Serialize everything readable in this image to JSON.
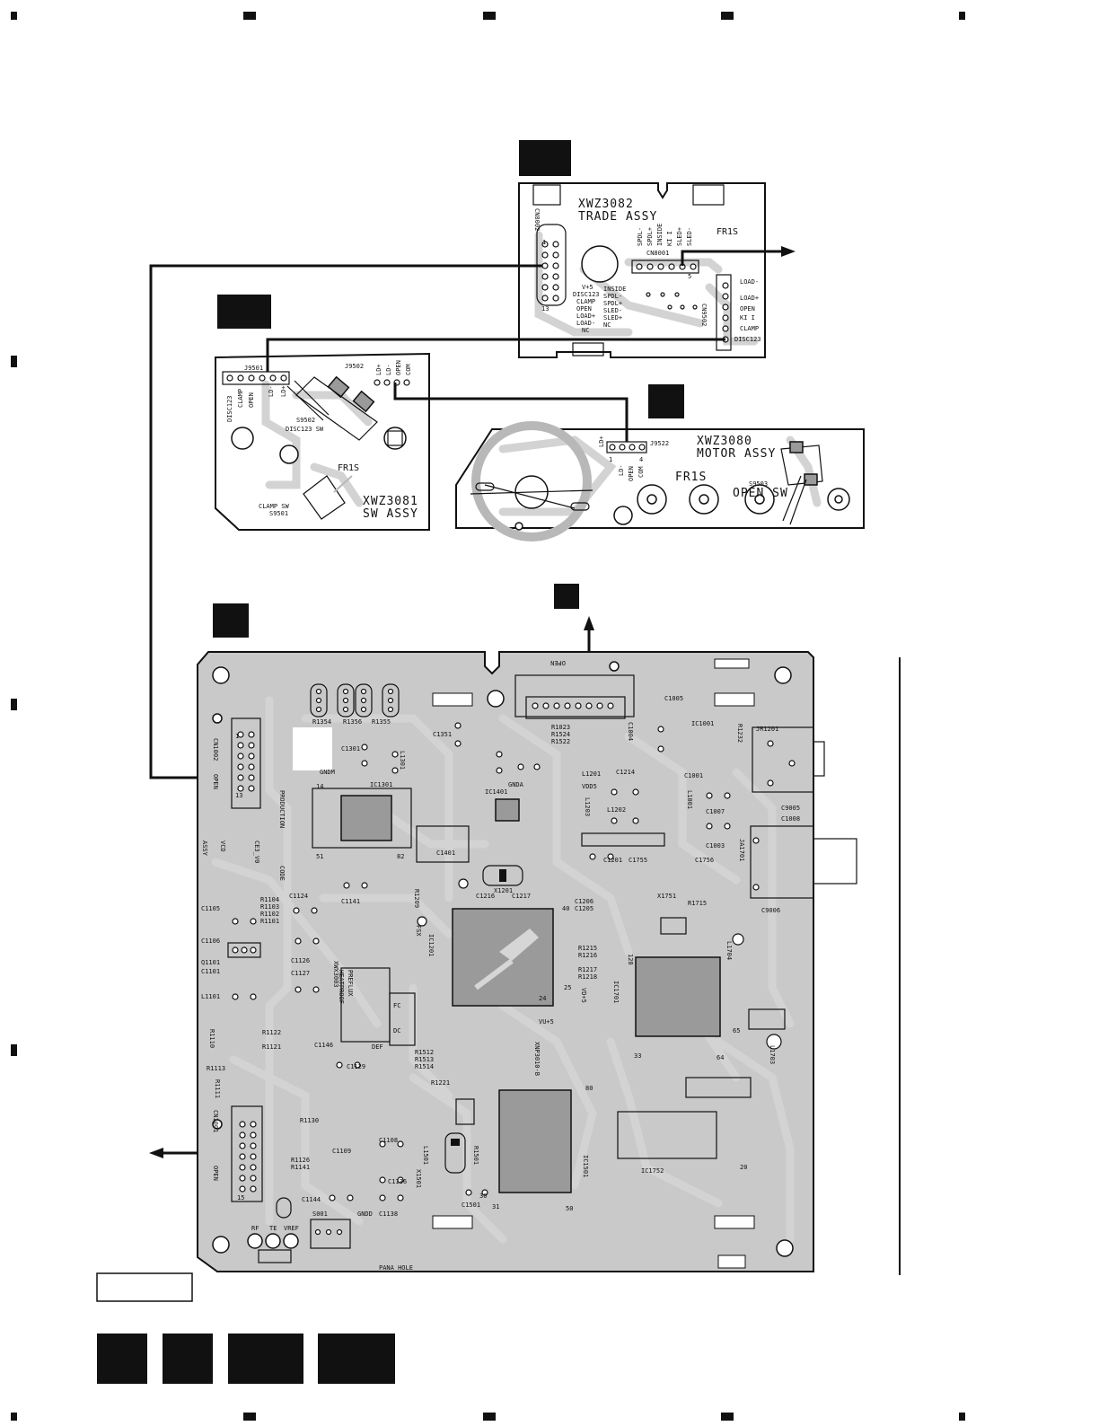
{
  "trade_assy": {
    "model": "XWZ3082",
    "name": "TRADE ASSY",
    "fr1s": "FR1S",
    "cn8002": "CN8002",
    "cn8001": "CN8001",
    "cn9502": "CN9502",
    "top_signals": [
      "SPDL-",
      "SPDL+",
      "INSIDE",
      "KI I",
      "SLED+",
      "SLED-"
    ],
    "left_signals": [
      "V+5",
      "DISC123",
      "CLAMP",
      "OPEN",
      "LOAD+",
      "LOAD-",
      "NC"
    ],
    "mid_signals": [
      "INSIDE",
      "SPDL-",
      "SPDL+",
      "SLED-",
      "SLED+",
      "NC"
    ],
    "right_signals": [
      "LOAD-",
      "LOAD+",
      "OPEN",
      "KI I",
      "CLAMP",
      "DISC123"
    ],
    "pin1": "1",
    "pin5": "5",
    "pin13": "13"
  },
  "sw_assy": {
    "model": "XWZ3081",
    "name": "SW ASSY",
    "j9501": "J9501",
    "j9502": "J9502",
    "s9502": "S9502",
    "disc_sw": "DISC123 SW",
    "clamp_sw": "CLAMP SW",
    "s9501": "S9501",
    "fr1s": "FR1S",
    "j9501_signals": [
      "DISC123",
      "CLAMP",
      "OPEN",
      "LD-",
      "LD+"
    ],
    "j9502_signals": [
      "LD+",
      "LD-",
      "OPEN",
      "COM"
    ]
  },
  "motor_assy": {
    "model": "XWZ3080",
    "name": "MOTOR ASSY",
    "j9522": "J9522",
    "fr1s": "FR1S",
    "s9503": "S9503",
    "open_sw": "OPEN SW",
    "signals": [
      "LD+",
      "LD-",
      "OPEN",
      "COM"
    ],
    "pin1": "1",
    "pin4": "4"
  },
  "main_board": {
    "model": "XNP3010-B",
    "board_id": "XWX3003",
    "ic1401": "IC1401",
    "ic1201": "IC1201",
    "ic1501": "IC1501",
    "ic1701": "IC1701",
    "ic1752": "IC1752",
    "ic1001": "IC1001",
    "ic1301": "IC1301",
    "cn1002": "CN1002",
    "cn1001": "CN1001",
    "jr1201": "JR1201",
    "ja1701": "JA1701",
    "x1201": "X1201",
    "x1501": "X1501",
    "x1751": "X1751",
    "open_top": "OPEN",
    "open_left_top": "OPEN",
    "open_left_bottom": "OPEN",
    "production": "PRODUCTION",
    "code": "CODE",
    "ce3_v0": "CE3_V0",
    "vcd": "VCD",
    "assy": "ASSY",
    "rf": "RF",
    "te": "TE",
    "vref": "VREF",
    "gndd": "GNDD",
    "gnda": "GNDA",
    "gndm": "GNDM",
    "vdd5": "VDD5",
    "vd_plus5": "VD+5",
    "vu_plus5": "VU+5",
    "pana_hole": "PANA HOLE",
    "s001": "S001",
    "heatproof": "HEATPROOF",
    "preflux": "PREFLUX",
    "fc": "FC",
    "dc": "DC",
    "def": "DEF",
    "fsx": "FSX",
    "c9005": "C9005",
    "c1008": "C1008",
    "c9006": "C9006",
    "c1101": "C1101",
    "c1105": "C1105",
    "c1106": "C1106",
    "c1124": "C1124",
    "c1126": "C1126",
    "c1127": "C1127",
    "c1141": "C1141",
    "c1146": "C1146",
    "c1129": "C1129",
    "c1144": "C1144",
    "c1138": "C1138",
    "c1136": "C1136",
    "c1109": "C1109",
    "c1108": "C1108",
    "c1501": "C1501",
    "c1401": "C1401",
    "c1216": "C1216",
    "c1217": "C1217",
    "c1206": "C1206",
    "c1205": "C1205",
    "c1007": "C1007",
    "c1003": "C1003",
    "c1001": "C1001",
    "c1004": "C1004",
    "c1005": "C1005",
    "c1214": "C1214",
    "c1201": "C1201",
    "c1301": "C1301",
    "c1351": "C1351",
    "c1755": "C1755",
    "c1756": "C1756",
    "r1715": "R1715",
    "r1354": "R1354",
    "r1356": "R1356",
    "r1355": "R1355",
    "r1104": "R1104",
    "r1103": "R1103",
    "r1102": "R1102",
    "r1101": "R1101",
    "r1122": "R1122",
    "r1121": "R1121",
    "r1113": "R1113",
    "r1111": "R1111",
    "r1110": "R1110",
    "r1130": "R1130",
    "r1126": "R1126",
    "r1141": "R1141",
    "r1501": "R1501",
    "r1512": "R1512",
    "r1513": "R1513",
    "r1514": "R1514",
    "r1221": "R1221",
    "r1209": "R1209",
    "r1215": "R1215",
    "r1216": "R1216",
    "r1217": "R1217",
    "r1218": "R1218",
    "r1023": "R1023",
    "r1524": "R1524",
    "r1522": "R1522",
    "r1232": "R1232",
    "l1201": "L1201",
    "l1202": "L1202",
    "l1203": "L1203",
    "l1101": "L1101",
    "l1301": "L1301",
    "l1501": "L1501",
    "l1001": "L1001",
    "l1704": "L1704",
    "l1703": "L1703",
    "q1101": "Q1101",
    "pin_num_1": "1",
    "pin_num_14": "14",
    "pin_num_13": "13",
    "pin_num_15": "15",
    "pin_num_51": "51",
    "pin_num_82": "82",
    "pin_num_128": "128",
    "pin_num_40": "40",
    "pin_num_24": "24",
    "pin_num_25": "25",
    "pin_num_30": "30",
    "pin_num_31": "31",
    "pin_num_50": "50",
    "pin_num_80": "80",
    "pin_num_20": "20",
    "pin_num_33": "33",
    "pin_num_64": "64",
    "pin_num_65": "65"
  }
}
